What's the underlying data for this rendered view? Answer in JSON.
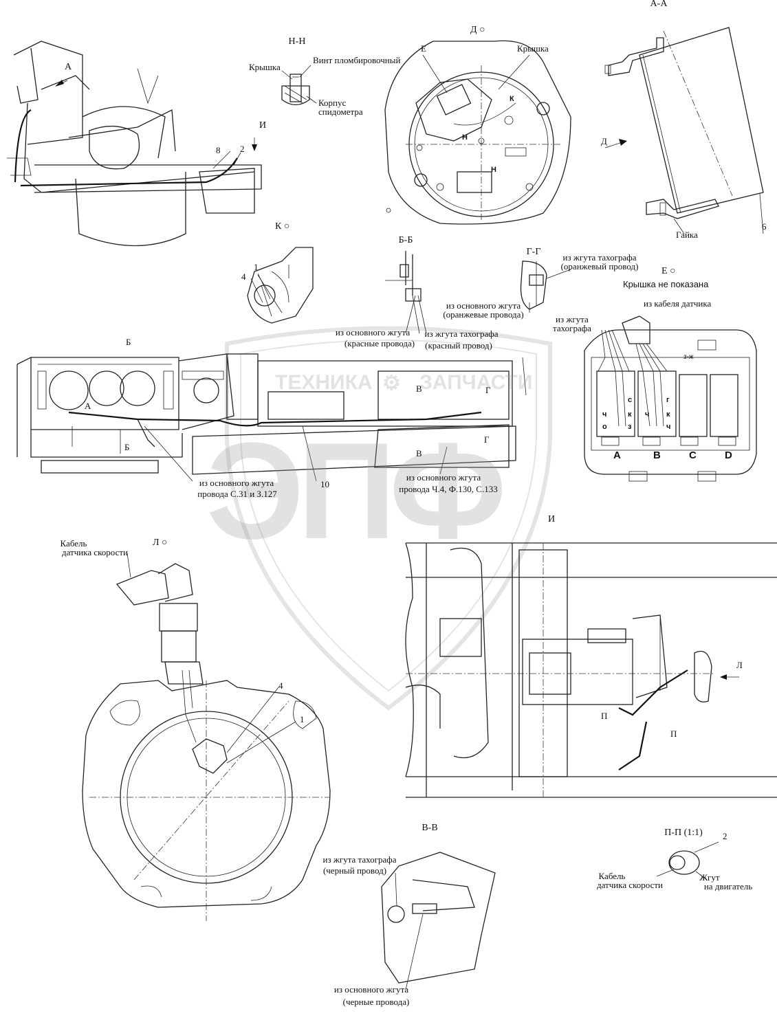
{
  "watermark": {
    "brand_text": "ТЕХНИКА",
    "brand_text2": "ЗАПЧАСТИ",
    "logo_letters": "ЭПФ"
  },
  "views": {
    "aa": "А-А",
    "hh": "Н-Н",
    "d": "Д",
    "k": "К",
    "bb": "Б-Б",
    "gg": "Г-Г",
    "e": "Е",
    "l": "Л",
    "i": "И",
    "vv": "В-В",
    "pp": "П-П (1:1)"
  },
  "labels": {
    "kryshka_hh": "Крышка",
    "vint": "Винт пломбировочный",
    "korpus1": "Корпус",
    "korpus2": "спидометра",
    "kryshka_d": "Крышка",
    "e_letter": "Е",
    "gaika": "Гайка",
    "k_small": "К",
    "n_small1": "Н",
    "n_small2": "Н",
    "d_arrow": "Д",
    "a_arrow": "А",
    "i_arrow": "И",
    "b_mark_top": "Б",
    "b_mark_bot": "Б",
    "v_mark_top": "В",
    "v_mark_bot": "В",
    "g_mark_top": "Г",
    "g_mark_bot": "Г",
    "a_mark_dash": "А",
    "l_arrow": "Л",
    "p_mark1": "П",
    "p_mark2": "П",
    "gg_from1": "из жгута тахографа",
    "gg_from2": "(оранжевый провод)",
    "gg_main1": "из основного жгута",
    "gg_main2": "(оранжевые провода)",
    "bb_main1": "из основного жгута",
    "bb_main2": "(красные провода)",
    "bb_tacho1": "из жгута тахографа",
    "bb_tacho2": "(красный провод)",
    "e_cover": "Крышка не показана",
    "e_sensor": "из кабеля датчика",
    "e_tacho1": "из жгута",
    "e_tacho2": "тахографа",
    "zh": "з-ж",
    "pin_s": "с",
    "pin_ch1": "ч",
    "pin_k1": "к",
    "pin_o": "о",
    "pin_z": "з",
    "pin_g": "г",
    "pin_ch2": "ч",
    "pin_k2": "к",
    "pin_ch3": "ч",
    "conn_a": "А",
    "conn_b": "В",
    "conn_c": "С",
    "conn_d": "D",
    "panel_main1": "из основного жгута",
    "panel_main2": "провода С.31 и З.127",
    "panel_main3": "из основного жгута",
    "panel_main4": "провода Ч.4, Ф.130, С.133",
    "cable1": "Кабель",
    "cable2": "датчика скорости",
    "vv_tacho1": "из жгута тахографа",
    "vv_tacho2": "(черный провод)",
    "vv_main1": "из основного жгута",
    "vv_main2": "(черные провода)",
    "pp_cable1": "Кабель",
    "pp_cable2": "датчика скорости",
    "pp_harness1": "Жгут",
    "pp_harness2": "на двигатель"
  },
  "callouts": {
    "n1_k": "1",
    "n4_k": "4",
    "n8": "8",
    "n2": "2",
    "n6": "6",
    "n10": "10",
    "n4_l": "4",
    "n1_l": "1",
    "n2_pp": "2"
  }
}
